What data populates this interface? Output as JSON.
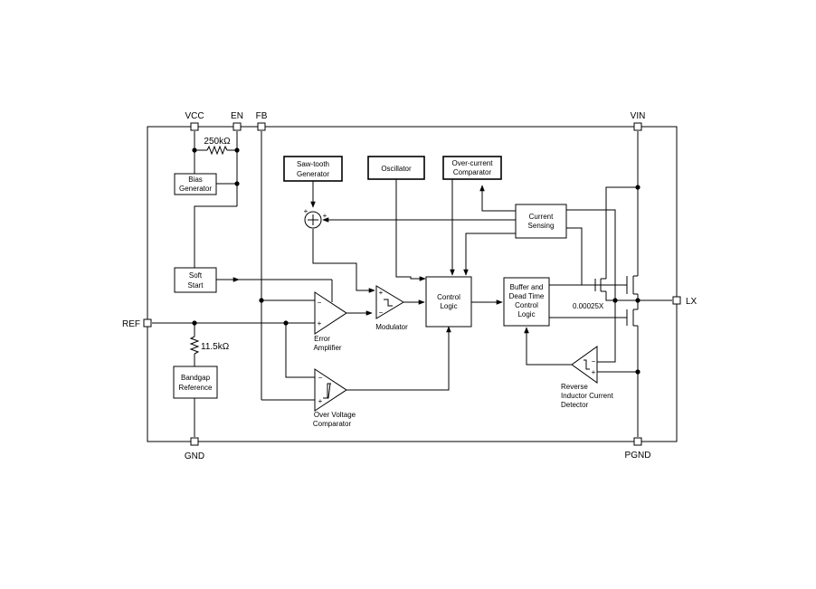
{
  "pins": {
    "vcc": "VCC",
    "en": "EN",
    "fb": "FB",
    "vin": "VIN",
    "ref": "REF",
    "lx": "LX",
    "gnd": "GND",
    "pgnd": "PGND"
  },
  "resistors": {
    "top": "250kΩ",
    "ref": "11.5kΩ"
  },
  "blocks": {
    "bias_generator": [
      "Bias",
      "Generator"
    ],
    "soft_start": [
      "Soft",
      "Start"
    ],
    "bandgap_reference": [
      "Bandgap",
      "Reference"
    ],
    "sawtooth_generator": [
      "Saw-tooth",
      "Generator"
    ],
    "oscillator": [
      "Oscillator"
    ],
    "overcurrent_comparator": [
      "Over-current",
      "Comparator"
    ],
    "current_sensing": [
      "Current",
      "Sensing"
    ],
    "control_logic": [
      "Control",
      "Logic"
    ],
    "buffer_dead_time": [
      "Buffer and",
      "Dead Time",
      "Control",
      "Logic"
    ]
  },
  "labels": {
    "error_amplifier": [
      "Error",
      "Amplifier"
    ],
    "modulator": "Modulator",
    "ov_comparator": [
      "Over Voltage",
      "Comparator"
    ],
    "reverse_detector": [
      "Reverse",
      "Inductor Current",
      "Detector"
    ],
    "sense_ratio": "0.00025X"
  },
  "signs": {
    "plus": "+",
    "minus": "−"
  }
}
